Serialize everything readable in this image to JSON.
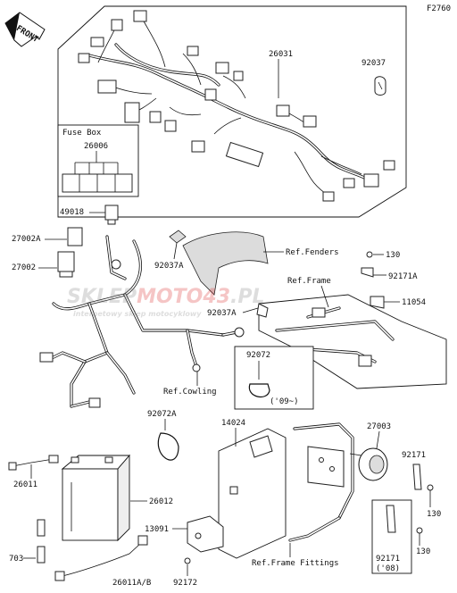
{
  "diagram": {
    "code": "F2760",
    "front_badge": "FRONT",
    "fuse_box": {
      "title": "Fuse Box",
      "part": "26006"
    },
    "watermark": {
      "brand_a": "SKLEP",
      "brand_b": "MOTO",
      "brand_c": "43",
      "brand_d": ".PL",
      "tagline": "internetowy sklep motocyklowy"
    },
    "parts": {
      "p26031": "26031",
      "p92037": "92037",
      "p49018": "49018",
      "p27002a": "27002A",
      "p27002": "27002",
      "p92037a_1": "92037A",
      "p92037a_2": "92037A",
      "p130_1": "130",
      "p92171a": "92171A",
      "p11054": "11054",
      "p92072": "92072",
      "p92072_note": "('09~)",
      "p92072a": "92072A",
      "p14024": "14024",
      "p27003": "27003",
      "p92171_1": "92171",
      "p130_2": "130",
      "p92171_2": "92171",
      "p92171_2_note": "('08)",
      "p130_3": "130",
      "p26011": "26011",
      "p26012": "26012",
      "p13091": "13091",
      "p703": "703",
      "p26011ab": "26011A/B",
      "p92172": "92172"
    },
    "refs": {
      "fenders": "Ref.Fenders",
      "frame": "Ref.Frame",
      "cowling": "Ref.Cowling",
      "frame_fittings": "Ref.Frame Fittings"
    }
  }
}
